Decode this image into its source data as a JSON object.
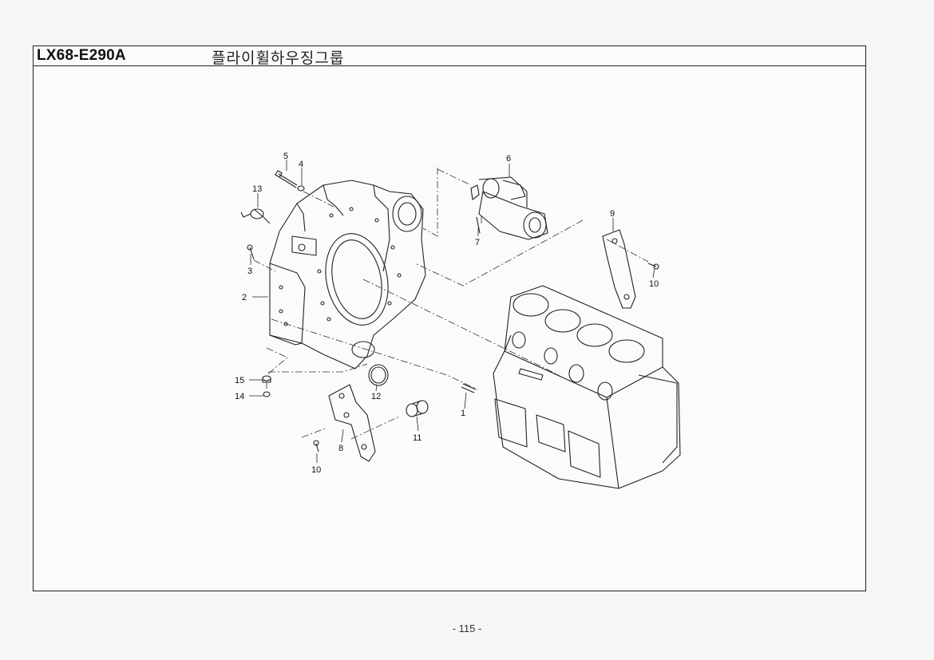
{
  "header": {
    "code": "LX68-E290A",
    "title": "플라이휠하우징그룹"
  },
  "callouts": [
    "1",
    "2",
    "3",
    "4",
    "5",
    "6",
    "7",
    "8",
    "9",
    "10",
    "10",
    "11",
    "12",
    "13",
    "14",
    "15"
  ],
  "footer": {
    "page_number": "- 115 -"
  }
}
